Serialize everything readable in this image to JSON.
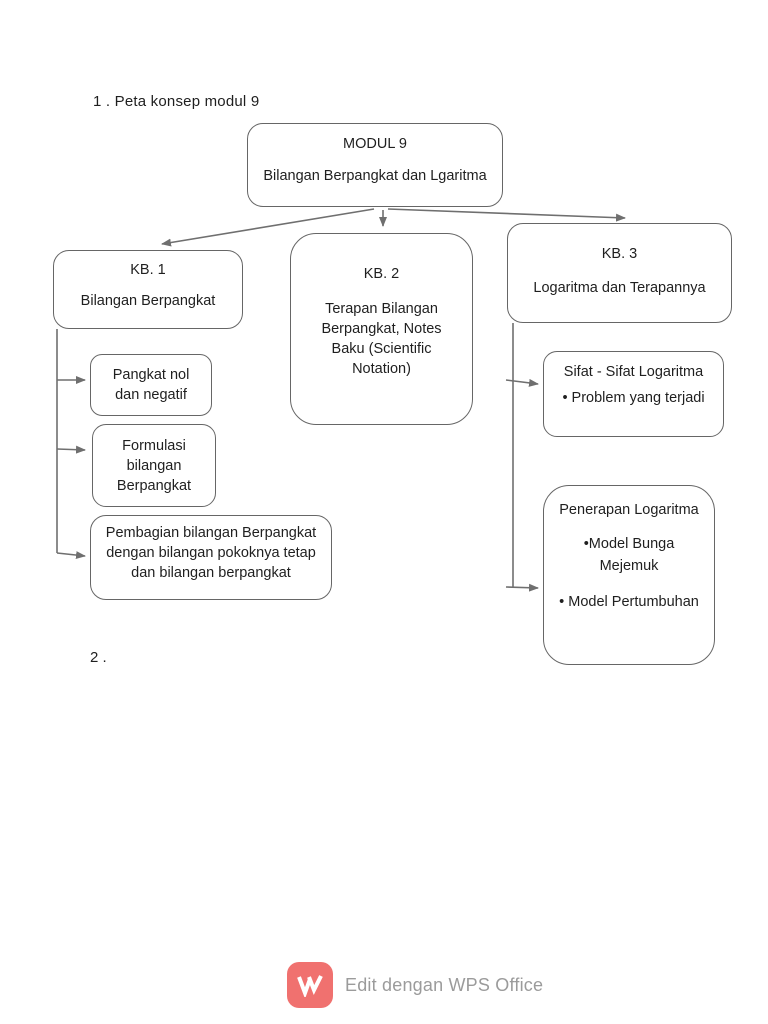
{
  "page": {
    "heading": "1 . Peta konsep modul 9",
    "section2_label": "2 ."
  },
  "diagram": {
    "root": {
      "title": "MODUL 9",
      "subtitle": "Bilangan Berpangkat dan Lgaritma"
    },
    "kb1": {
      "title": "KB. 1",
      "subtitle": "Bilangan Berpangkat"
    },
    "kb2": {
      "title": "KB. 2",
      "body": "Terapan Bilangan Berpangkat, Notes Baku (Scientific Notation)"
    },
    "kb3": {
      "title": "KB. 3",
      "subtitle": "Logaritma dan Terapannya"
    },
    "kb1_children": [
      {
        "text": "Pangkat nol dan negatif"
      },
      {
        "text": "Formulasi bilangan Berpangkat"
      },
      {
        "text": "Pembagian bilangan Berpangkat dengan bilangan pokoknya tetap dan bilangan berpangkat"
      }
    ],
    "kb3_children": [
      {
        "title": "Sifat - Sifat Logaritma",
        "bullets": [
          "• Problem yang terjadi"
        ]
      },
      {
        "title": "Penerapan Logaritma",
        "bullets": [
          "•Model Bunga Mejemuk",
          "• Model Pertumbuhan"
        ]
      }
    ]
  },
  "footer": {
    "label": "Edit dengan WPS Office",
    "logo_icon": "wps-office-logo",
    "logo_color": "#f0716f"
  },
  "colors": {
    "background": "#ffffff",
    "box_border": "#666666",
    "connector": "#6f6f6f",
    "text": "#1f1f1f",
    "footer_text": "#9b9b9b"
  }
}
